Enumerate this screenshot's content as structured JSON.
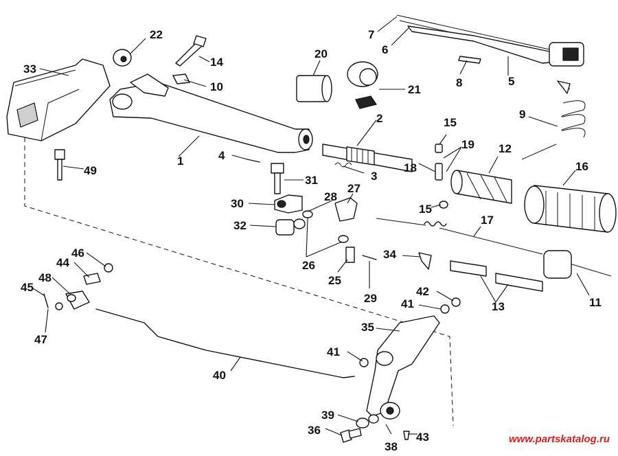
{
  "watermark": "www.partskatalog.ru",
  "colors": {
    "ink": "#111111",
    "watermark": "#d62020",
    "background": "#ffffff"
  },
  "callouts": [
    {
      "label": "1"
    },
    {
      "label": "2"
    },
    {
      "label": "3"
    },
    {
      "label": "4"
    },
    {
      "label": "5"
    },
    {
      "label": "6"
    },
    {
      "label": "7"
    },
    {
      "label": "8"
    },
    {
      "label": "9"
    },
    {
      "label": "10"
    },
    {
      "label": "11"
    },
    {
      "label": "12"
    },
    {
      "label": "13"
    },
    {
      "label": "14"
    },
    {
      "label": "15"
    },
    {
      "label": "15"
    },
    {
      "label": "16"
    },
    {
      "label": "17"
    },
    {
      "label": "18"
    },
    {
      "label": "19"
    },
    {
      "label": "20"
    },
    {
      "label": "21"
    },
    {
      "label": "22"
    },
    {
      "label": "25"
    },
    {
      "label": "26"
    },
    {
      "label": "27"
    },
    {
      "label": "28"
    },
    {
      "label": "29"
    },
    {
      "label": "30"
    },
    {
      "label": "31"
    },
    {
      "label": "32"
    },
    {
      "label": "33"
    },
    {
      "label": "34"
    },
    {
      "label": "35"
    },
    {
      "label": "36"
    },
    {
      "label": "38"
    },
    {
      "label": "39"
    },
    {
      "label": "40"
    },
    {
      "label": "41"
    },
    {
      "label": "41"
    },
    {
      "label": "42"
    },
    {
      "label": "43"
    },
    {
      "label": "44"
    },
    {
      "label": "45"
    },
    {
      "label": "46"
    },
    {
      "label": "47"
    },
    {
      "label": "48"
    },
    {
      "label": "49"
    }
  ]
}
